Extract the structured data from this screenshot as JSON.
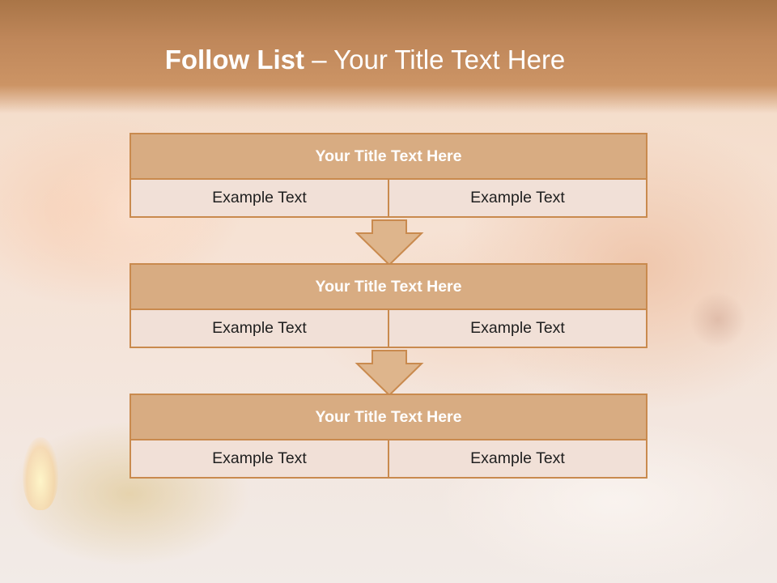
{
  "slide": {
    "title_bold": "Follow List",
    "title_rest": " – Your Title Text Here"
  },
  "steps": [
    {
      "title": "Your Title Text Here",
      "left": "Example Text",
      "right": "Example Text"
    },
    {
      "title": "Your Title Text Here",
      "left": "Example Text",
      "right": "Example Text"
    },
    {
      "title": "Your Title Text Here",
      "left": "Example Text",
      "right": "Example Text"
    }
  ],
  "colors": {
    "header_fill": "#d8ac82",
    "border": "#c98a4e",
    "cell_fill": "#f1e0d7",
    "arrow_fill": "#deb58c"
  }
}
